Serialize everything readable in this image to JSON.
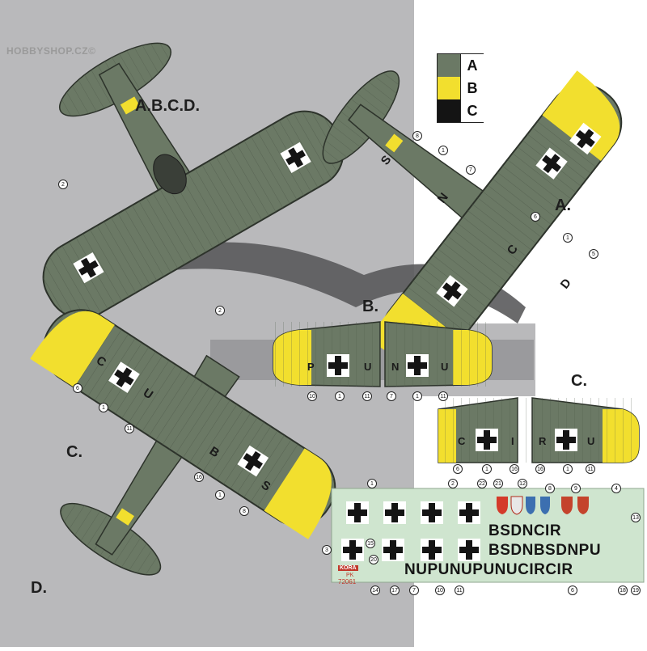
{
  "watermark": "HOBBYSHOP.CZ©",
  "colors": {
    "background_grey": "#b9b9bb",
    "white_panel": "#ffffff",
    "rlm_green": "#6b7965",
    "yellow": "#f2df2e",
    "black": "#141414",
    "decal_sheet": "#cfe5cf"
  },
  "color_key": [
    {
      "letter": "A",
      "color": "#6b7965"
    },
    {
      "letter": "B",
      "color": "#f2df2e"
    },
    {
      "letter": "C",
      "color": "#141414"
    }
  ],
  "view_labels": {
    "abcd": "A.B.C.D.",
    "a": "A.",
    "b": "B.",
    "c_wing": "C.",
    "c_plane": "C.",
    "d": "D."
  },
  "codes": {
    "view_a": [
      "S",
      "N",
      "C",
      "D"
    ],
    "view_b": [
      "P",
      "U",
      "N",
      "U"
    ],
    "view_c_wing": [
      "C",
      "I",
      "R",
      "U"
    ],
    "view_c_plane": [
      "C",
      "U",
      "B",
      "S"
    ]
  },
  "callouts": {
    "abcd": [
      "2",
      "2"
    ],
    "a": [
      "8",
      "1",
      "7",
      "6",
      "1",
      "5"
    ],
    "b": [
      "10",
      "1",
      "11",
      "7",
      "1",
      "11"
    ],
    "c_wing": [
      "6",
      "1",
      "16",
      "16",
      "1",
      "11"
    ],
    "c_plane": [
      "6",
      "1",
      "11",
      "16",
      "1",
      "8"
    ],
    "sheet_top": [
      "2",
      "22",
      "21",
      "12",
      "8",
      "9",
      "4"
    ],
    "sheet_side": [
      "1",
      "3",
      "15",
      "20",
      "13"
    ],
    "sheet_bottom": [
      "14",
      "17",
      "7",
      "10",
      "11",
      "6",
      "18",
      "19"
    ]
  },
  "decal_sheet": {
    "maker": "KORA",
    "scale": "PK",
    "catalog": "72061",
    "code_rows": [
      "BSDNCIR",
      "BSDNBSDNPU",
      "NUPUNUPUNUCIRCIR"
    ]
  }
}
